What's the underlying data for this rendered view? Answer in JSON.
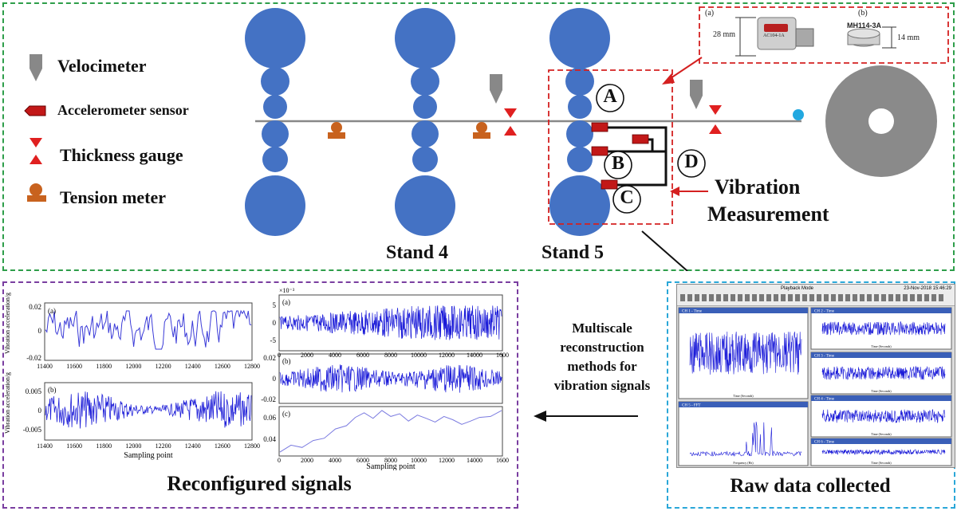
{
  "legend": {
    "velocimeter": "Velocimeter",
    "accelerometer": "Accelerometer sensor",
    "thickness": "Thickness gauge",
    "tension": "Tension meter"
  },
  "stands": {
    "stand4": "Stand 4",
    "stand5": "Stand 5"
  },
  "points": [
    "A",
    "B",
    "C",
    "D"
  ],
  "vibration": {
    "line1": "Vibration",
    "line2": "Measurement"
  },
  "sensors": {
    "a_tag": "(a)",
    "b_tag": "(b)",
    "a_size": "28 mm",
    "b_model": "MH114-3A",
    "b_size": "14 mm",
    "a_model": "AC104-1A"
  },
  "methods": {
    "line1": "Multiscale",
    "line2": "reconstruction",
    "line3": "methods for",
    "line4": "vibration signals"
  },
  "panels": {
    "reconfigured": "Reconfigured signals",
    "raw": "Raw data collected"
  },
  "left_plots": {
    "a_tag": "(a)",
    "b_tag": "(b)",
    "ylabel": "Vibration acceleration/g",
    "xlabel": "Sampling point",
    "a_yticks": [
      "0.02",
      "0",
      "-0.02"
    ],
    "b_yticks": [
      "0.005",
      "0",
      "-0.005"
    ],
    "xticks": [
      "11400",
      "11600",
      "11800",
      "12000",
      "12200",
      "12400",
      "12600",
      "12800"
    ]
  },
  "right_plots": {
    "a_tag": "(a)",
    "b_tag": "(b)",
    "c_tag": "(c)",
    "exp": "×10⁻³",
    "a_yticks": [
      "5",
      "0",
      "-5"
    ],
    "b_yticks": [
      "0.02",
      "0",
      "-0.02"
    ],
    "c_yticks": [
      "0.06",
      "0.04"
    ],
    "xticks": [
      "0",
      "2000",
      "4000",
      "6000",
      "8000",
      "10000",
      "12000",
      "14000",
      "1600"
    ],
    "xlabel": "Sampling point"
  },
  "software": {
    "mode": "Playback Mode",
    "date": "23-Nov-2018 15:46:29",
    "panels": [
      "CH 1 - Time",
      "CH 2 - Time",
      "CH 3 - Time",
      "CH 4 - Time",
      "CH 5 - FFT",
      "CH 6 - Time"
    ],
    "time_label": "Time (Seconds)",
    "freq_label": "Frequency (Hz)"
  },
  "colors": {
    "roll": "#4472c4",
    "green_border": "#2e9e4a",
    "purple_border": "#7a3ea0",
    "cyan_border": "#2aa7d8",
    "red": "#d42020",
    "tension": "#c8621e",
    "signal": "#1a1ad8"
  }
}
